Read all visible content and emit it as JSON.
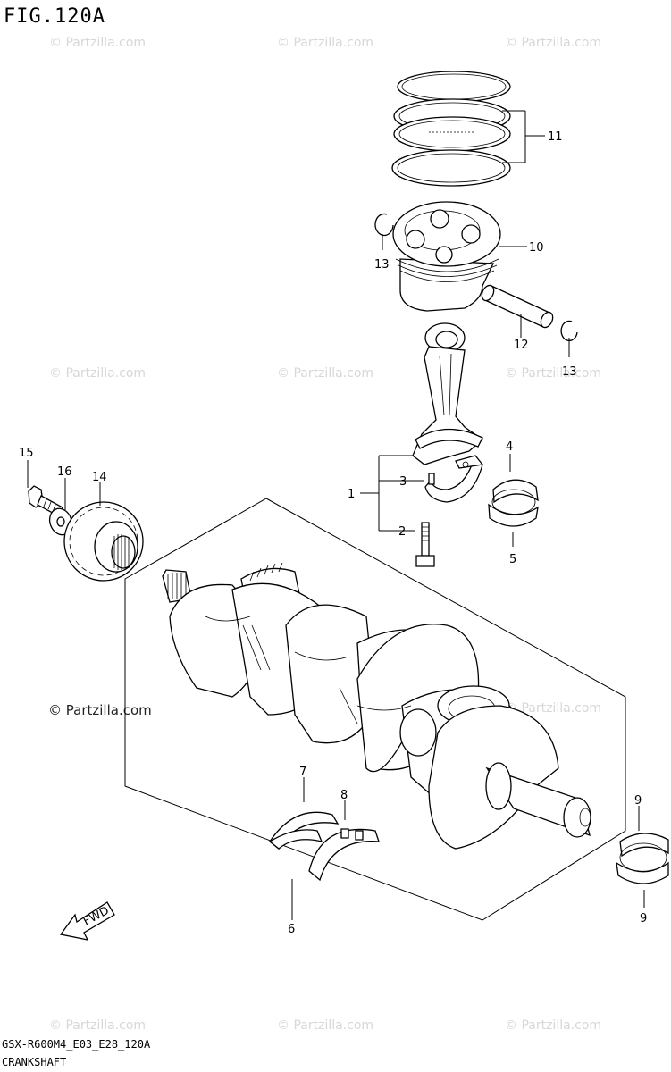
{
  "figure": {
    "title": "FIG.120A"
  },
  "footer": {
    "model_code": "GSX-R600M4_E03_E28_120A",
    "section_name": "CRANKSHAFT"
  },
  "watermarks": {
    "text": "© Partzilla.com",
    "primary": "© Partzilla.com"
  },
  "callouts": {
    "c1": "1",
    "c2": "2",
    "c3": "3",
    "c4": "4",
    "c5": "5",
    "c6": "6",
    "c7": "7",
    "c8": "8",
    "c9a": "9",
    "c9b": "9",
    "c10": "10",
    "c11": "11",
    "c12": "12",
    "c13a": "13",
    "c13b": "13",
    "c14": "14",
    "c15": "15",
    "c16": "16"
  },
  "arrow": {
    "label": "FWD"
  },
  "colors": {
    "line": "#000000",
    "watermark": "#d7d7d7",
    "background": "#ffffff"
  },
  "parts": [
    {
      "ref": "1",
      "name": "connecting rod set"
    },
    {
      "ref": "2",
      "name": "bolt"
    },
    {
      "ref": "3",
      "name": "pin"
    },
    {
      "ref": "4",
      "name": "bearing"
    },
    {
      "ref": "5",
      "name": "bearing"
    },
    {
      "ref": "6",
      "name": "thrust bearing set"
    },
    {
      "ref": "7",
      "name": "thrust bearing"
    },
    {
      "ref": "8",
      "name": "thrust bearing"
    },
    {
      "ref": "9",
      "name": "journal bearing"
    },
    {
      "ref": "10",
      "name": "piston"
    },
    {
      "ref": "11",
      "name": "piston ring set"
    },
    {
      "ref": "12",
      "name": "piston pin"
    },
    {
      "ref": "13",
      "name": "circlip"
    },
    {
      "ref": "14",
      "name": "sprocket"
    },
    {
      "ref": "15",
      "name": "bolt"
    },
    {
      "ref": "16",
      "name": "washer"
    }
  ]
}
